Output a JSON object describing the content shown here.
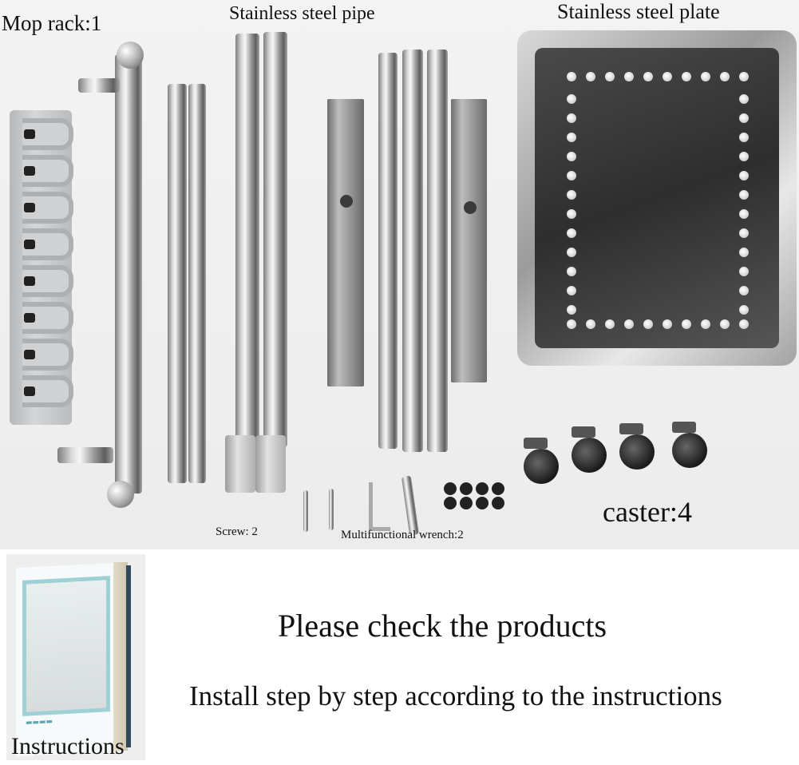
{
  "labels": {
    "mop_rack": "Mop rack:1",
    "steel_pipe": "Stainless steel pipe",
    "steel_plate": "Stainless steel plate",
    "screw": "Screw: 2",
    "wrench": "Multifunctional wrench:2",
    "caster": "caster:4",
    "instructions": "Instructions"
  },
  "headline": "Please check the products",
  "subline": "Install step by step according to the instructions",
  "colors": {
    "steel": "#c9c9c9",
    "holder": "#c6c8ca",
    "caster": "#1f1f1f",
    "background": "#f0f0f0"
  }
}
